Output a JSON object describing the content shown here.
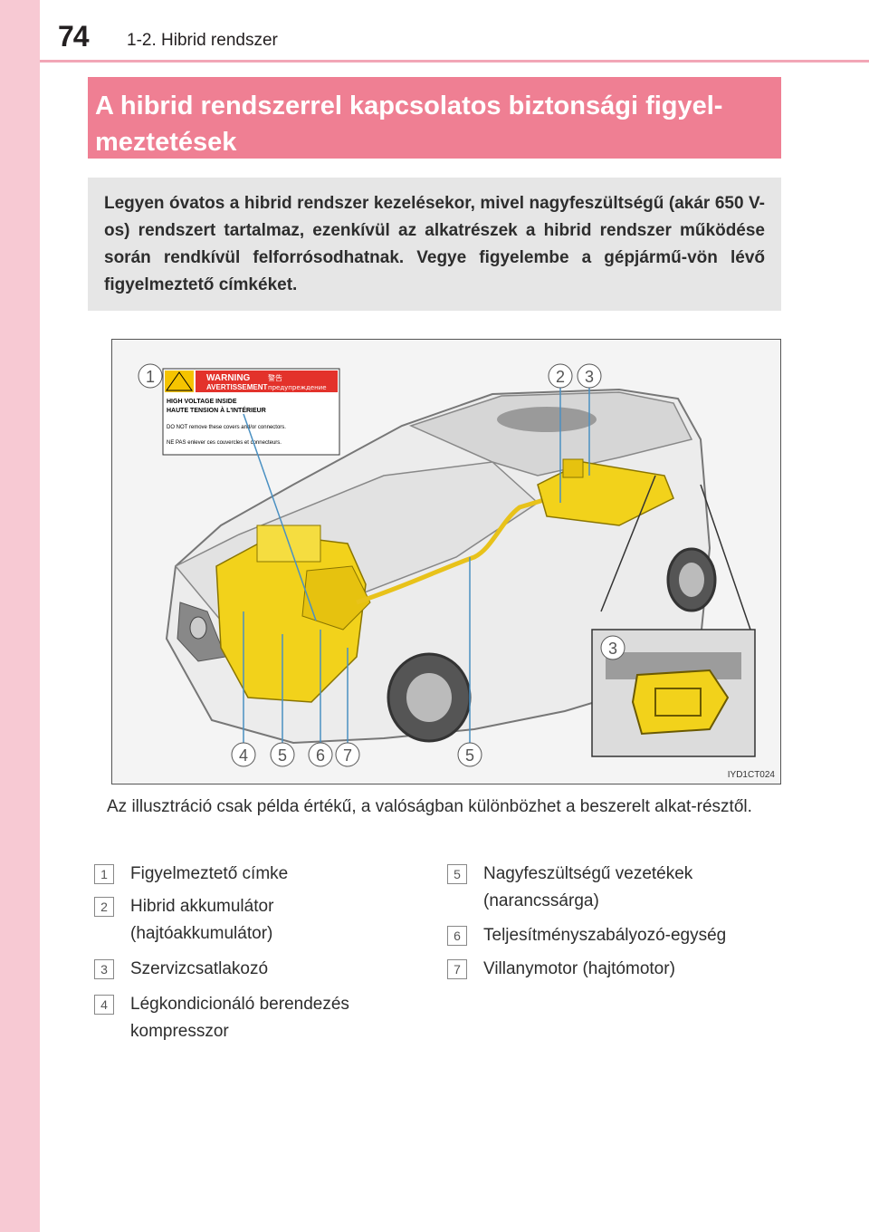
{
  "header": {
    "page_number": "74",
    "section": "1-2. Hibrid rendszer"
  },
  "title": "A hibrid rendszerrel kapcsolatos biztonsági figyel-\nmeztetések",
  "title_lines": [
    "A hibrid rendszerrel kapcsolatos biztonsági figyel-",
    "meztetések"
  ],
  "intro": "Legyen óvatos a hibrid rendszer kezelésekor, mivel nagyfeszültségű (akár 650 V-os) rendszert tartalmaz, ezenkívül az alkatrészek a hibrid rendszer működése során rendkívül felforrósodhatnak. Vegye figyelembe a gépjármű-vön lévő figyelmeztető címkéket.",
  "figure": {
    "code": "IYD1CT024",
    "callouts": [
      "1",
      "2",
      "3",
      "3",
      "4",
      "5",
      "6",
      "7",
      "5"
    ],
    "warning_label": {
      "title1": "WARNING",
      "title2": "AVERTISSEMENT",
      "cjk": "警告",
      "ru": "предупреждение",
      "line1": "HIGH VOLTAGE INSIDE",
      "line2": "HAUTE TENSION À L'INTÉRIEUR",
      "line3": "DO NOT remove these covers and/or connectors.",
      "line4": "NE PAS enlever ces couvercles et connecteurs."
    }
  },
  "caption": "Az illusztráció csak példa értékű, a valóságban különbözhet a beszerelt alkat-résztől.",
  "legend": [
    {
      "num": "1",
      "text": "Figyelmeztető címke"
    },
    {
      "num": "2",
      "text": "Hibrid akkumulátor (hajtóakkumulátor)"
    },
    {
      "num": "3",
      "text": "Szervizcsatlakozó"
    },
    {
      "num": "4",
      "text": "Légkondicionáló berendezés kompresszor"
    },
    {
      "num": "5",
      "text": "Nagyfeszültségű vezetékek (narancssárga)"
    },
    {
      "num": "6",
      "text": "Teljesítményszabályozó-egység"
    },
    {
      "num": "7",
      "text": "Villanymotor (hajtómotor)"
    }
  ],
  "colors": {
    "accent_pink": "#ef7f93",
    "stripe_pink": "#f7c9d3",
    "component_yellow": "#f2d21b"
  }
}
